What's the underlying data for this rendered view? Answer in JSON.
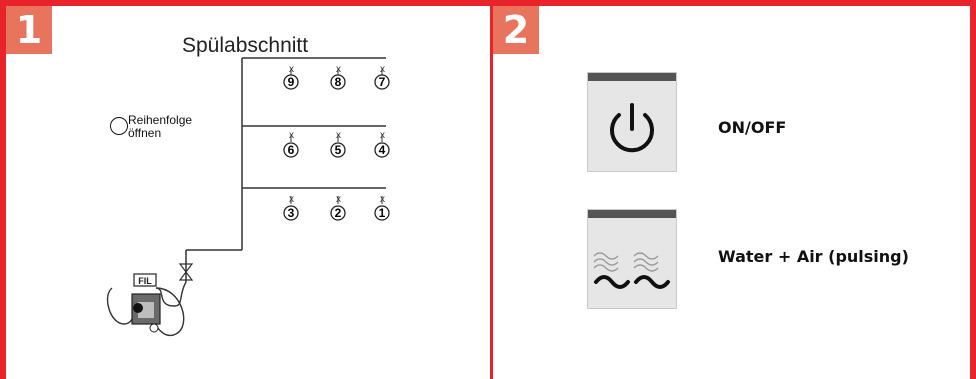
{
  "step1": {
    "badge": "1",
    "title": "Spülabschnitt",
    "valve_label_line1": "Reihenfolge",
    "valve_label_line2": "öffnen",
    "filter_label": "FIL",
    "outlets_row_top": [
      "9",
      "8",
      "7"
    ],
    "outlets_row_mid": [
      "6",
      "5",
      "4"
    ],
    "outlets_row_bot": [
      "3",
      "2",
      "1"
    ]
  },
  "step2": {
    "badge": "2",
    "onoff_label": "ON/OFF",
    "pulse_label": "Water + Air (pulsing)",
    "onoff_icon": "power-icon",
    "pulse_icon": "water-air-wave-icon"
  }
}
